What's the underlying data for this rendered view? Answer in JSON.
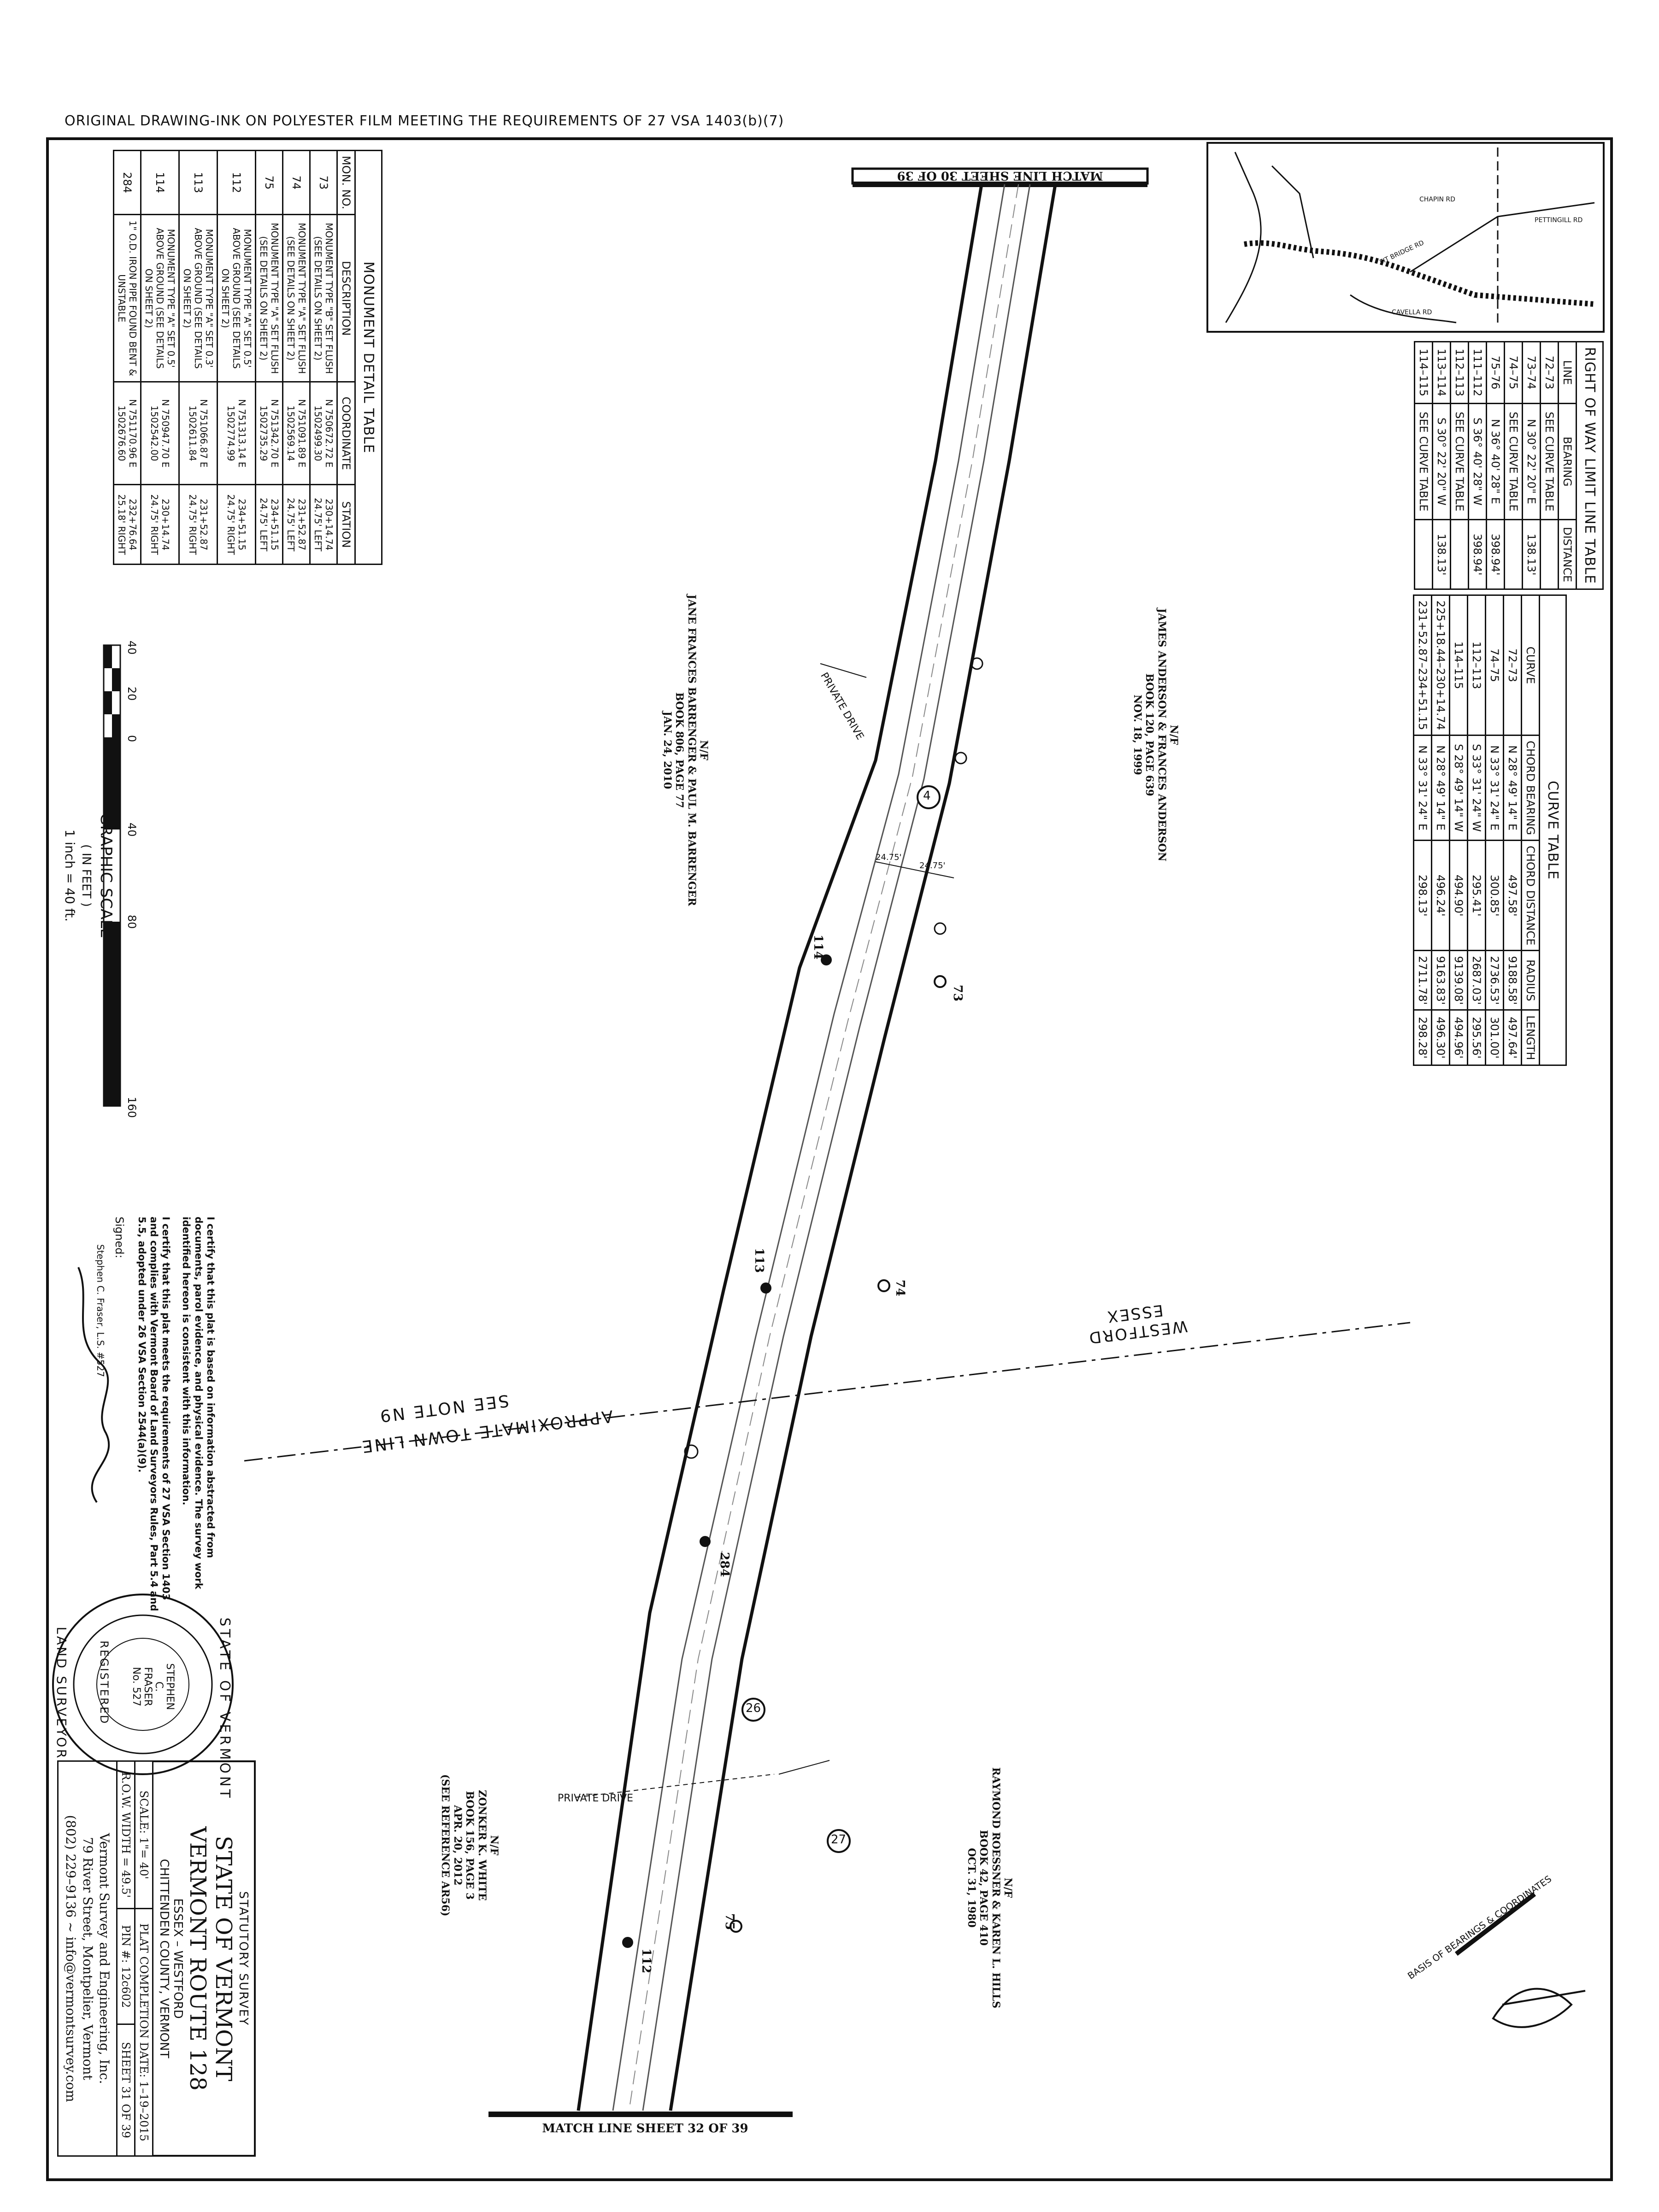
{
  "header_note": "ORIGINAL DRAWING-INK ON POLYESTER FILM MEETING THE REQUIREMENTS OF 27 VSA 1403(b)(7)",
  "match_lines": {
    "top": "MATCH LINE SHEET 30 OF 39",
    "bottom": "MATCH LINE SHEET 32 OF 39"
  },
  "row_table": {
    "title": "RIGHT OF WAY LIMIT LINE TABLE",
    "headers": [
      "LINE",
      "BEARING",
      "DISTANCE"
    ],
    "rows": [
      [
        "72–73",
        "SEE CURVE TABLE",
        ""
      ],
      [
        "73–74",
        "N 30° 22' 20\" E",
        "138.13'"
      ],
      [
        "74–75",
        "SEE CURVE TABLE",
        ""
      ],
      [
        "75–76",
        "N 36° 40' 28\" E",
        "398.94'"
      ],
      [
        "111–112",
        "S 36° 40' 28\" W",
        "398.94'"
      ],
      [
        "112–113",
        "SEE CURVE TABLE",
        ""
      ],
      [
        "113–114",
        "S 30° 22' 20\" W",
        "138.13'"
      ],
      [
        "114–115",
        "SEE CURVE TABLE",
        ""
      ]
    ]
  },
  "curve_table": {
    "title": "CURVE TABLE",
    "headers": [
      "CURVE",
      "CHORD BEARING",
      "CHORD DISTANCE",
      "RADIUS",
      "LENGTH"
    ],
    "rows": [
      [
        "72–73",
        "N 28° 49' 14\" E",
        "497.58'",
        "9188.58'",
        "497.64'"
      ],
      [
        "74–75",
        "N 33° 31' 24\" E",
        "300.85'",
        "2736.53'",
        "301.00'"
      ],
      [
        "112–113",
        "S 33° 31' 24\" W",
        "295.41'",
        "2687.03'",
        "295.56'"
      ],
      [
        "114–115",
        "S 28° 49' 14\" W",
        "494.90'",
        "9139.08'",
        "494.96'"
      ],
      [
        "225+18.44–230+14.74",
        "N 28° 49' 14\" E",
        "496.24'",
        "9163.83'",
        "496.30'"
      ],
      [
        "231+52.87–234+51.15",
        "N 33° 31' 24\" E",
        "298.13'",
        "2711.78'",
        "298.28'"
      ]
    ]
  },
  "monument_table": {
    "title": "MONUMENT DETAIL TABLE",
    "headers": [
      "MON. NO.",
      "DESCRIPTION",
      "COORDINATE",
      "STATION"
    ],
    "rows": [
      [
        "73",
        "MONUMENT TYPE \"B\" SET FLUSH (SEE DETAILS ON SHEET 2)",
        "N 750672.72 E 1502499.30",
        "230+14.74 24.75' LEFT"
      ],
      [
        "74",
        "MONUMENT TYPE \"A\" SET FLUSH (SEE DETAILS ON SHEET 2)",
        "N 751091.89 E 1502569.14",
        "231+52.87 24.75' LEFT"
      ],
      [
        "75",
        "MONUMENT TYPE \"A\" SET FLUSH (SEE DETAILS ON SHEET 2)",
        "N 751342.70 E 1502735.29",
        "234+51.15 24.75' LEFT"
      ],
      [
        "112",
        "MONUMENT TYPE \"A\" SET 0.5' ABOVE GROUND (SEE DETAILS ON SHEET 2)",
        "N 751313.14 E 1502774.99",
        "234+51.15 24.75' RIGHT"
      ],
      [
        "113",
        "MONUMENT TYPE \"A\" SET 0.3' ABOVE GROUND (SEE DETAILS ON SHEET 2)",
        "N 751066.87 E 1502611.84",
        "231+52.87 24.75' RIGHT"
      ],
      [
        "114",
        "MONUMENT TYPE \"A\" SET 0.5' ABOVE GROUND (SEE DETAILS ON SHEET 2)",
        "N 750947.70 E 1502542.00",
        "230+14.74 24.75' RIGHT"
      ],
      [
        "284",
        "1\" O.D. IRON PIPE FOUND BENT & UNSTABLE",
        "N 751170.96 E 1502676.60",
        "232+76.64 25.18' RIGHT"
      ]
    ]
  },
  "graphic_scale": {
    "title": "GRAPHIC SCALE",
    "ticks": [
      "40",
      "20",
      "0",
      "40",
      "80",
      "160"
    ],
    "unit": "( IN FEET )",
    "ratio": "1 inch = 40 ft."
  },
  "certification": {
    "p1": "I certify that this plat is based on information abstracted from documents, parol evidence, and physical evidence. The survey work identified hereon is consistent with this information.",
    "p2": "I certify that this plat meets the requirements of 27 VSA Section 1403 and complies with Vermont Board of Land Surveyors Rules, Part 5.4 and 5.5, adopted under 26 VSA Section 2544(a)(9).",
    "signed_label": "Signed:",
    "signer": "Stephen C. Fraser, L.S. #527"
  },
  "seal": {
    "ring_top": "STATE OF VERMONT",
    "ring_bottom": "LAND SURVEYOR",
    "center": [
      "STEPHEN",
      "C.",
      "FRASER",
      "No. 527"
    ],
    "inner": "REGISTERED"
  },
  "title_block": {
    "type": "STATUTORY SURVEY",
    "state": "STATE OF VERMONT",
    "route": "VERMONT ROUTE 128",
    "towns": "ESSEX – WESTFORD",
    "county": "CHITTENDEN COUNTY, VERMONT",
    "scale": "SCALE: 1\"= 40'",
    "completion": "PLAT COMPLETION DATE: 1–19–2015",
    "row_width": "R.O.W. WIDTH = 49.5'",
    "pin": "PIN #: 12c602",
    "sheet": "SHEET 31 OF 39",
    "firm": "Vermont Survey and Engineering, Inc.",
    "address": "79 River Street, Montpelier, Vermont",
    "contact": "(802) 229–9136 ~ info@vermontsurvey.com"
  },
  "owners": [
    [
      "N/F",
      "JAMES ANDERSON & FRANCES ANDERSON",
      "BOOK 120, PAGE 639",
      "NOV. 18, 1999"
    ],
    [
      "N/F",
      "JANE FRANCES BARRENGER & PAUL M. BARRENGER",
      "BOOK 806, PAGE 77",
      "JAN. 24, 2010"
    ],
    [
      "N/F",
      "RAYMOND ROESSNER & KAREN L. HILLS",
      "BOOK 42, PAGE 410",
      "OCT. 31, 1980"
    ],
    [
      "N/F",
      "ZONKER K. WHITE",
      "BOOK 156, PAGE 3",
      "APR. 20, 2012",
      "(SEE REFERENCE AR56)"
    ]
  ],
  "town_line": {
    "label": "APPROXIMATE TOWN LINE",
    "note": "SEE NOTE N9",
    "north": "WESTFORD",
    "south": "ESSEX"
  },
  "monument_labels": [
    "114",
    "73",
    "113",
    "74",
    "284",
    "112",
    "75"
  ],
  "circle_labels": [
    "4",
    "26",
    "27"
  ],
  "private_drive": "PRIVATE DRIVE",
  "widths": [
    "24.75'",
    "24.75'"
  ],
  "basis": "BASIS OF BEARINGS & COORDINATES",
  "locus_roads": [
    "CHAPIN RD",
    "PETTINGILL RD",
    "CAVELLA RD",
    "FIT BRIDGE RD"
  ]
}
